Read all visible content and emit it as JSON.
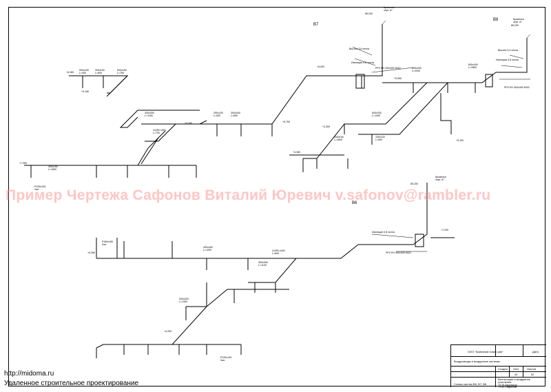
{
  "systems": {
    "b7": "В7",
    "b8": "В8",
    "b6": "В6"
  },
  "roof_labels": {
    "b7": [
      "Кровельн",
      "черт. А*",
      "85,200"
    ],
    "b8": [
      "Кровельн",
      "черт. А*",
      "85,200"
    ],
    "b6": [
      "Кровельн",
      "черт. А*",
      "85,200"
    ]
  },
  "equipment_labels": {
    "b7_fan": "PPZ EH 400x300 M3/2",
    "b8_fan": "PPZ EH 400x300 M3/2",
    "b6_fan": "PPZ EH 400x300 M3/2",
    "b7_insulation": "Изоляция 0,8 чехла",
    "b7_height": "Высота 3,8 чехла",
    "b8_insulation": "Изоляция 0,8 чехла",
    "b8_height": "Высота 3,4 чехла",
    "b6_insulation": "Изоляция 0,8 чехла"
  },
  "duct_labels": [
    "500x150",
    "L=400",
    "300x150",
    "L=600",
    "600x150",
    "L=760",
    "400x300",
    "L=1160",
    "250x150",
    "L=500",
    "300x300",
    "L=650",
    "2x250 x300",
    "L=700",
    "300x150",
    "L=1500",
    "P125x125",
    "2шт.",
    "400x200",
    "L=2000",
    "600x400",
    "L=2800",
    "500x200",
    "L=1400",
    "200x150",
    "L=1600",
    "150x100",
    "L=900",
    "400x400",
    "L=1200",
    "P160x160",
    "2шт.",
    "300x300",
    "L=1100",
    "2x300 x400",
    "L=600",
    "300x200",
    "L=1300",
    "P125x125",
    "3шт."
  ],
  "elevation_labels": [
    "+6,360",
    "+5,160",
    "+6,000",
    "+5,360",
    "+7,360",
    "+5,700",
    "+4,300",
    "+5,950",
    "+3,360",
    "+6,350",
    "+4,200",
    "+5,100",
    "+7,200"
  ],
  "watermark": "Пример Чертежа Сафонов Виталий Юревич  v.safonov@rambler.ru",
  "footer": {
    "site": "http://midoma.ru",
    "description": "Удаленное строительное проектирование"
  },
  "title_block": {
    "company": "ООО \"Компания новое-рия\"",
    "date_label": "Дата",
    "drawing_title": "Воздуховоды и воздушные системы",
    "col_stage": "Стадия",
    "col_sheet": "Лист",
    "col_sheets": "Листов",
    "stage_value": "-",
    "sheet_value": "42",
    "sheets_value": "52",
    "sheet_name": "Схемы систем В6, В7, В8",
    "note_1": "Вентиляция и воздушное",
    "note_2": "отопление",
    "note_3": "ТЗ Ф.Аксеноля",
    "note_4": "ТЗ В.Сафонов"
  },
  "colors": {
    "lines": "#000000",
    "watermark": "#ff9696",
    "background": "#ffffff"
  }
}
